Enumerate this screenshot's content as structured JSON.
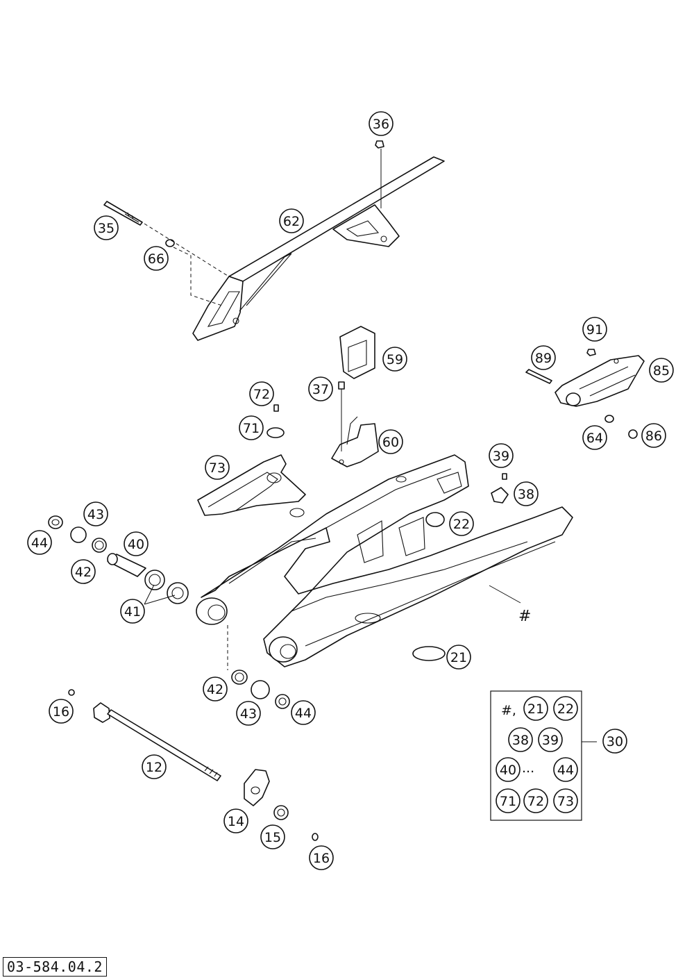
{
  "drawing_number": "03-584.04.2",
  "callouts": [
    {
      "id": "c35",
      "label": "35"
    },
    {
      "id": "c36",
      "label": "36"
    },
    {
      "id": "c62",
      "label": "62"
    },
    {
      "id": "c66",
      "label": "66"
    },
    {
      "id": "c59",
      "label": "59"
    },
    {
      "id": "c37",
      "label": "37"
    },
    {
      "id": "c60",
      "label": "60"
    },
    {
      "id": "c72a",
      "label": "72"
    },
    {
      "id": "c71a",
      "label": "71"
    },
    {
      "id": "c73a",
      "label": "73"
    },
    {
      "id": "c91",
      "label": "91"
    },
    {
      "id": "c89",
      "label": "89"
    },
    {
      "id": "c85",
      "label": "85"
    },
    {
      "id": "c64",
      "label": "64"
    },
    {
      "id": "c86",
      "label": "86"
    },
    {
      "id": "c39a",
      "label": "39"
    },
    {
      "id": "c38a",
      "label": "38"
    },
    {
      "id": "c22a",
      "label": "22"
    },
    {
      "id": "c43a",
      "label": "43"
    },
    {
      "id": "c44a",
      "label": "44"
    },
    {
      "id": "c40a",
      "label": "40"
    },
    {
      "id": "c42a",
      "label": "42"
    },
    {
      "id": "c41",
      "label": "41"
    },
    {
      "id": "c21a",
      "label": "21"
    },
    {
      "id": "c42b",
      "label": "42"
    },
    {
      "id": "c43b",
      "label": "43"
    },
    {
      "id": "c44b",
      "label": "44"
    },
    {
      "id": "c16a",
      "label": "16"
    },
    {
      "id": "c12",
      "label": "12"
    },
    {
      "id": "c14",
      "label": "14"
    },
    {
      "id": "c15",
      "label": "15"
    },
    {
      "id": "c16b",
      "label": "16"
    },
    {
      "id": "c30",
      "label": "30"
    },
    {
      "id": "k21",
      "label": "21"
    },
    {
      "id": "k22",
      "label": "22"
    },
    {
      "id": "k38",
      "label": "38"
    },
    {
      "id": "k39",
      "label": "39"
    },
    {
      "id": "k40",
      "label": "40"
    },
    {
      "id": "k44",
      "label": "44"
    },
    {
      "id": "k71",
      "label": "71"
    },
    {
      "id": "k72",
      "label": "72"
    },
    {
      "id": "k73",
      "label": "73"
    }
  ],
  "swingarm_marker": "#",
  "kit_box": {
    "marker_text": "#,",
    "ellipsis": "..."
  }
}
